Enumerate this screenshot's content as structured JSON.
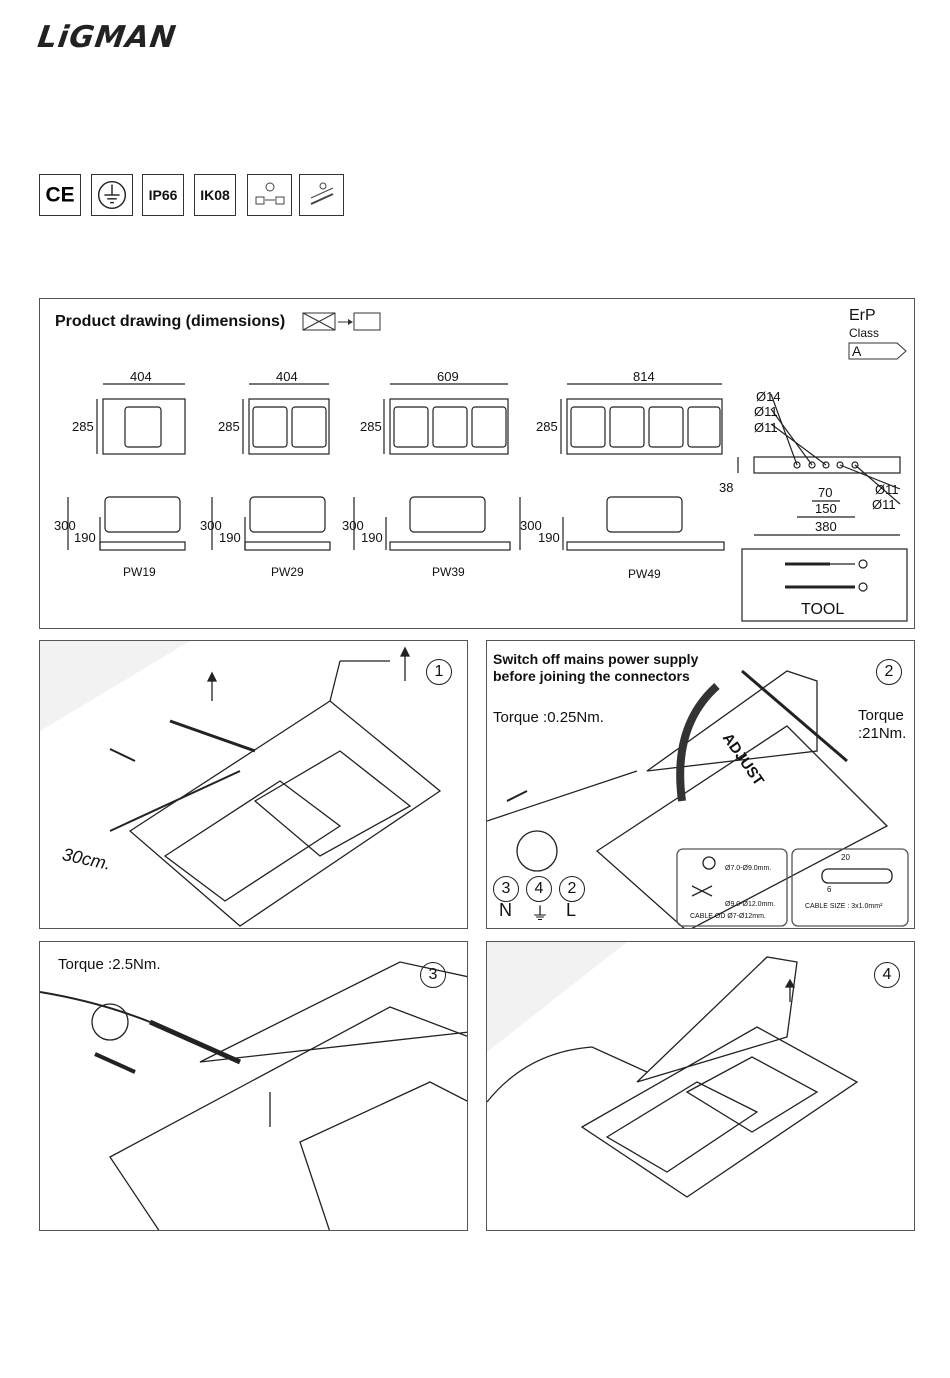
{
  "brand": "LiGMAN",
  "certifications": [
    {
      "icon": "ce-mark-icon",
      "label": "CE"
    },
    {
      "icon": "ground-symbol-icon",
      "label": ""
    },
    {
      "icon": "ip-rating-icon",
      "label": "IP66"
    },
    {
      "icon": "ik-rating-icon",
      "label": "IK08"
    },
    {
      "icon": "driver-icon",
      "label": ""
    },
    {
      "icon": "mounting-icon",
      "label": ""
    }
  ],
  "drawing": {
    "title": "Product drawing (dimensions)",
    "erp": {
      "label": "ErP",
      "class_label": "Class",
      "class_value": "A"
    },
    "models": [
      {
        "name": "PW19",
        "width": "404",
        "height": "285",
        "h1": "300",
        "h2": "190"
      },
      {
        "name": "PW29",
        "width": "404",
        "height": "285",
        "h1": "300",
        "h2": "190"
      },
      {
        "name": "PW39",
        "width": "609",
        "height": "285",
        "h1": "300",
        "h2": "190"
      },
      {
        "name": "PW49",
        "width": "814",
        "height": "285",
        "h1": "300",
        "h2": "190"
      }
    ],
    "bracket": {
      "holes": [
        "Ø14",
        "Ø11",
        "Ø11"
      ],
      "holes_right": [
        "Ø11",
        "Ø11"
      ],
      "dims": [
        "70",
        "150",
        "380",
        "38"
      ]
    },
    "tool_label": "TOOL"
  },
  "steps": [
    {
      "num": "1",
      "dist": "30cm."
    },
    {
      "num": "2",
      "warning_line1": "Switch off mains power supply",
      "warning_line2": "before joining the connectors",
      "torque_small": "Torque :0.25Nm.",
      "torque_big_1": "Torque",
      "torque_big_2": ":21Nm.",
      "adjust": "ADJUST",
      "wires": [
        {
          "num": "3",
          "label": "N"
        },
        {
          "num": "4",
          "label": "⏚"
        },
        {
          "num": "2",
          "label": "L"
        }
      ],
      "cable1": "Ø7.0-Ø9.0mm.",
      "cable2": "Ø9.0-Ø12.0mm.",
      "cable_od": "CABLE OD Ø7-Ø12mm.",
      "strip1": "20",
      "strip2": "6",
      "cable_size": "CABLE SIZE : 3x1.0mm²"
    },
    {
      "num": "3",
      "torque": "Torque :2.5Nm."
    },
    {
      "num": "4"
    }
  ]
}
